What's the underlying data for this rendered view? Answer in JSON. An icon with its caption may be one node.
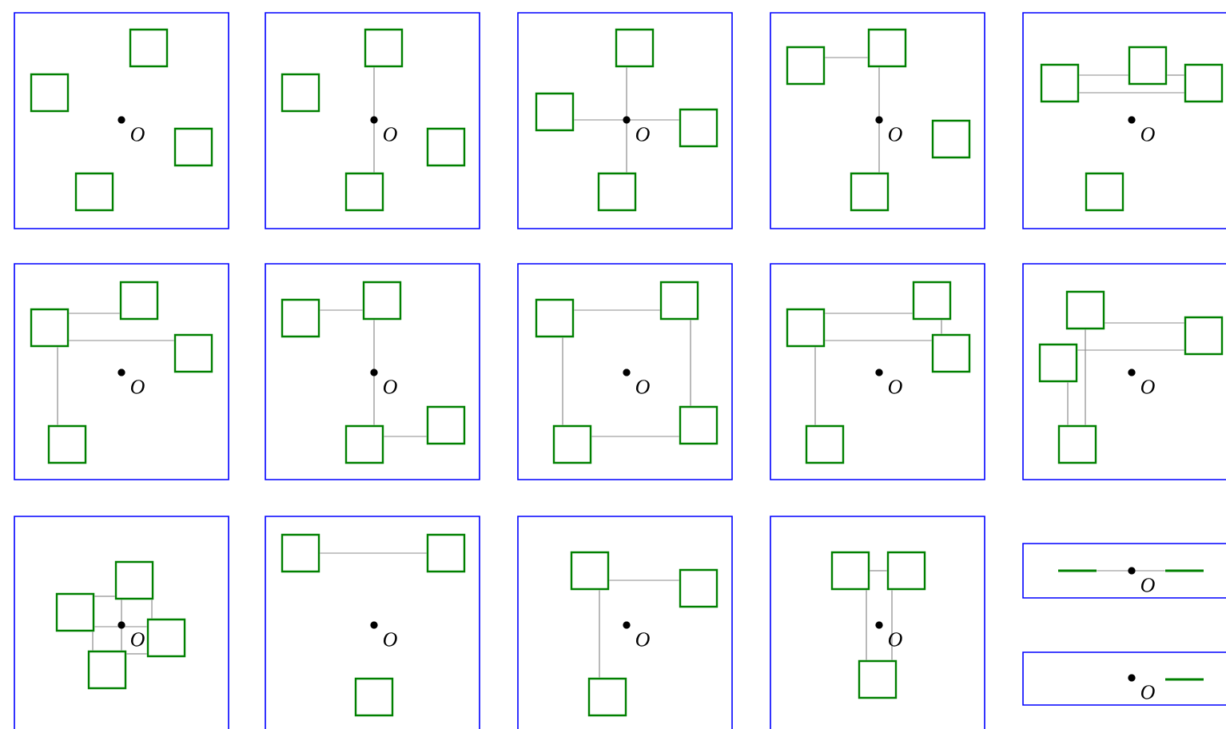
{
  "diagram": {
    "nodes": [
      {
        "text": [],
        "shape": "box"
      },
      {
        "text": [
          "O"
        ],
        "in": 0
      },
      {
        "text": [],
        "shape": "box",
        "in": 0
      },
      {
        "text": [],
        "shape": "box",
        "in": 0
      },
      {
        "text": [],
        "shape": "box",
        "in": 0
      },
      {
        "text": [],
        "shape": "box",
        "in": 0
      },
      {
        "text": [],
        "shape": "box"
      },
      {
        "text": [
          "O"
        ],
        "in": 6
      },
      {
        "text": [],
        "shape": "box",
        "in": 6
      },
      {
        "text": [],
        "shape": "box",
        "in": 6
      },
      {
        "text": [],
        "shape": "box",
        "in": 6
      },
      {
        "text": [],
        "shape": "box",
        "in": 6
      },
      {
        "text": [],
        "shape": "box"
      },
      {
        "text": [
          "O"
        ],
        "in": 12
      },
      {
        "text": [],
        "shape": "box",
        "in": 12
      },
      {
        "text": [],
        "shape": "box",
        "in": 12
      },
      {
        "text": [],
        "shape": "box",
        "in": 12
      },
      {
        "text": [],
        "shape": "box",
        "in": 12
      },
      {
        "text": [],
        "shape": "box"
      },
      {
        "text": [
          "O"
        ],
        "in": 18
      },
      {
        "text": [],
        "shape": "box",
        "in": 18
      },
      {
        "text": [],
        "shape": "box",
        "in": 18
      },
      {
        "text": [],
        "shape": "box",
        "in": 18
      },
      {
        "text": [],
        "shape": "box",
        "in": 18
      },
      {
        "text": [],
        "shape": "box"
      },
      {
        "text": [
          "O"
        ],
        "in": 24
      },
      {
        "text": [],
        "shape": "box",
        "in": 24
      },
      {
        "text": [],
        "shape": "box",
        "in": 24
      },
      {
        "text": [],
        "shape": "box",
        "in": 24
      },
      {
        "text": [],
        "shape": "box",
        "in": 24
      },
      {
        "text": [],
        "shape": "box"
      },
      {
        "text": [
          "O"
        ],
        "in": 30
      },
      {
        "text": [],
        "shape": "box",
        "in": 30
      },
      {
        "text": [],
        "shape": "box",
        "in": 30
      },
      {
        "text": [],
        "shape": "box",
        "in": 30
      },
      {
        "text": [],
        "shape": "box",
        "in": 30
      },
      {
        "text": [],
        "shape": "box"
      },
      {
        "text": [
          "O"
        ],
        "in": 36
      },
      {
        "text": [],
        "shape": "box",
        "in": 36
      },
      {
        "text": [],
        "shape": "box",
        "in": 36
      },
      {
        "text": [],
        "shape": "box",
        "in": 36
      },
      {
        "text": [],
        "shape": "box",
        "in": 36
      },
      {
        "text": [],
        "shape": "box"
      },
      {
        "text": [
          "O"
        ],
        "in": 42
      },
      {
        "text": [],
        "shape": "box",
        "in": 42
      },
      {
        "text": [],
        "shape": "box",
        "in": 42
      },
      {
        "text": [],
        "shape": "box",
        "in": 42
      },
      {
        "text": [],
        "shape": "box",
        "in": 42
      },
      {
        "text": [],
        "shape": "box"
      },
      {
        "text": [
          "O"
        ],
        "in": 48
      },
      {
        "text": [],
        "shape": "box",
        "in": 48
      },
      {
        "text": [],
        "shape": "box",
        "in": 48
      },
      {
        "text": [],
        "shape": "box",
        "in": 48
      },
      {
        "text": [],
        "shape": "box",
        "in": 48
      },
      {
        "text": [],
        "shape": "box"
      },
      {
        "text": [
          "O"
        ],
        "in": 54
      },
      {
        "text": [],
        "shape": "box",
        "in": 54
      },
      {
        "text": [],
        "shape": "box",
        "in": 54
      },
      {
        "text": [],
        "shape": "box",
        "in": 54
      },
      {
        "text": [],
        "shape": "box",
        "in": 54
      },
      {
        "text": [],
        "shape": "box"
      },
      {
        "text": [
          "O"
        ],
        "in": 60
      },
      {
        "text": [],
        "shape": "box",
        "in": 60
      },
      {
        "text": [],
        "shape": "box",
        "in": 60
      },
      {
        "text": [],
        "shape": "box",
        "in": 60
      },
      {
        "text": [],
        "shape": "box",
        "in": 60
      },
      {
        "text": [],
        "shape": "box"
      },
      {
        "text": [
          "O"
        ],
        "in": 66
      },
      {
        "text": [],
        "shape": "box",
        "in": 66
      },
      {
        "text": [],
        "shape": "box",
        "in": 66
      },
      {
        "text": [],
        "shape": "box",
        "in": 66
      },
      {
        "text": [],
        "shape": "box"
      },
      {
        "text": [
          "O"
        ],
        "in": 71
      },
      {
        "text": [],
        "shape": "box",
        "in": 71
      },
      {
        "text": [],
        "shape": "box",
        "in": 71
      },
      {
        "text": [],
        "shape": "box",
        "in": 71
      },
      {
        "text": [],
        "shape": "box"
      },
      {
        "text": [
          "O"
        ],
        "in": 76
      },
      {
        "text": [],
        "shape": "box",
        "in": 76
      },
      {
        "text": [],
        "shape": "box",
        "in": 76
      },
      {
        "text": [],
        "shape": "box",
        "in": 76
      },
      {
        "text": [],
        "shape": "box"
      },
      {
        "text": [
          "O"
        ],
        "in": 81
      },
      {
        "text": [],
        "shape": "bar",
        "in": 81
      },
      {
        "text": [],
        "shape": "bar",
        "in": 81
      },
      {
        "text": [],
        "shape": "box"
      },
      {
        "text": [
          "O"
        ],
        "in": 85
      },
      {
        "text": [],
        "shape": "bar",
        "in": 85
      }
    ],
    "edges": [
      {
        "from": 8,
        "to": 11,
        "arrow": "none"
      },
      {
        "from": 14,
        "to": 17,
        "arrow": "none"
      },
      {
        "from": 15,
        "to": 16,
        "arrow": "none"
      },
      {
        "from": 21,
        "to": 20,
        "arrow": "none"
      },
      {
        "from": 20,
        "to": 23,
        "arrow": "none"
      },
      {
        "from": 27,
        "to": 26,
        "arrow": "none"
      },
      {
        "from": 26,
        "to": 28,
        "arrow": "none"
      },
      {
        "from": 27,
        "to": 28,
        "arrow": "none"
      },
      {
        "from": 33,
        "to": 32,
        "arrow": "none"
      },
      {
        "from": 33,
        "to": 34,
        "arrow": "none"
      },
      {
        "from": 33,
        "to": 35,
        "arrow": "none"
      },
      {
        "from": 39,
        "to": 38,
        "arrow": "none"
      },
      {
        "from": 38,
        "to": 41,
        "arrow": "none"
      },
      {
        "from": 41,
        "to": 40,
        "arrow": "none"
      },
      {
        "from": 45,
        "to": 44,
        "arrow": "none"
      },
      {
        "from": 44,
        "to": 46,
        "arrow": "none"
      },
      {
        "from": 45,
        "to": 47,
        "arrow": "none"
      },
      {
        "from": 47,
        "to": 46,
        "arrow": "none"
      },
      {
        "from": 51,
        "to": 50,
        "arrow": "none"
      },
      {
        "from": 51,
        "to": 52,
        "arrow": "none"
      },
      {
        "from": 50,
        "to": 52,
        "arrow": "none"
      },
      {
        "from": 51,
        "to": 53,
        "arrow": "none"
      },
      {
        "from": 56,
        "to": 57,
        "arrow": "none"
      },
      {
        "from": 58,
        "to": 57,
        "arrow": "none"
      },
      {
        "from": 56,
        "to": 59,
        "arrow": "none"
      },
      {
        "from": 58,
        "to": 59,
        "arrow": "none"
      },
      {
        "from": 62,
        "to": 65,
        "arrow": "none"
      },
      {
        "from": 63,
        "to": 64,
        "arrow": "none"
      },
      {
        "from": 63,
        "to": 62,
        "arrow": "none"
      },
      {
        "from": 62,
        "to": 64,
        "arrow": "none"
      },
      {
        "from": 63,
        "to": 65,
        "arrow": "none"
      },
      {
        "from": 65,
        "to": 64,
        "arrow": "none"
      },
      {
        "from": 68,
        "to": 69,
        "arrow": "none"
      },
      {
        "from": 73,
        "to": 74,
        "arrow": "none"
      },
      {
        "from": 73,
        "to": 75,
        "arrow": "none"
      },
      {
        "from": 78,
        "to": 79,
        "arrow": "none"
      },
      {
        "from": 78,
        "to": 80,
        "arrow": "none"
      },
      {
        "from": 79,
        "to": 80,
        "arrow": "none"
      },
      {
        "from": 83,
        "to": 84,
        "arrow": "none"
      }
    ]
  }
}
